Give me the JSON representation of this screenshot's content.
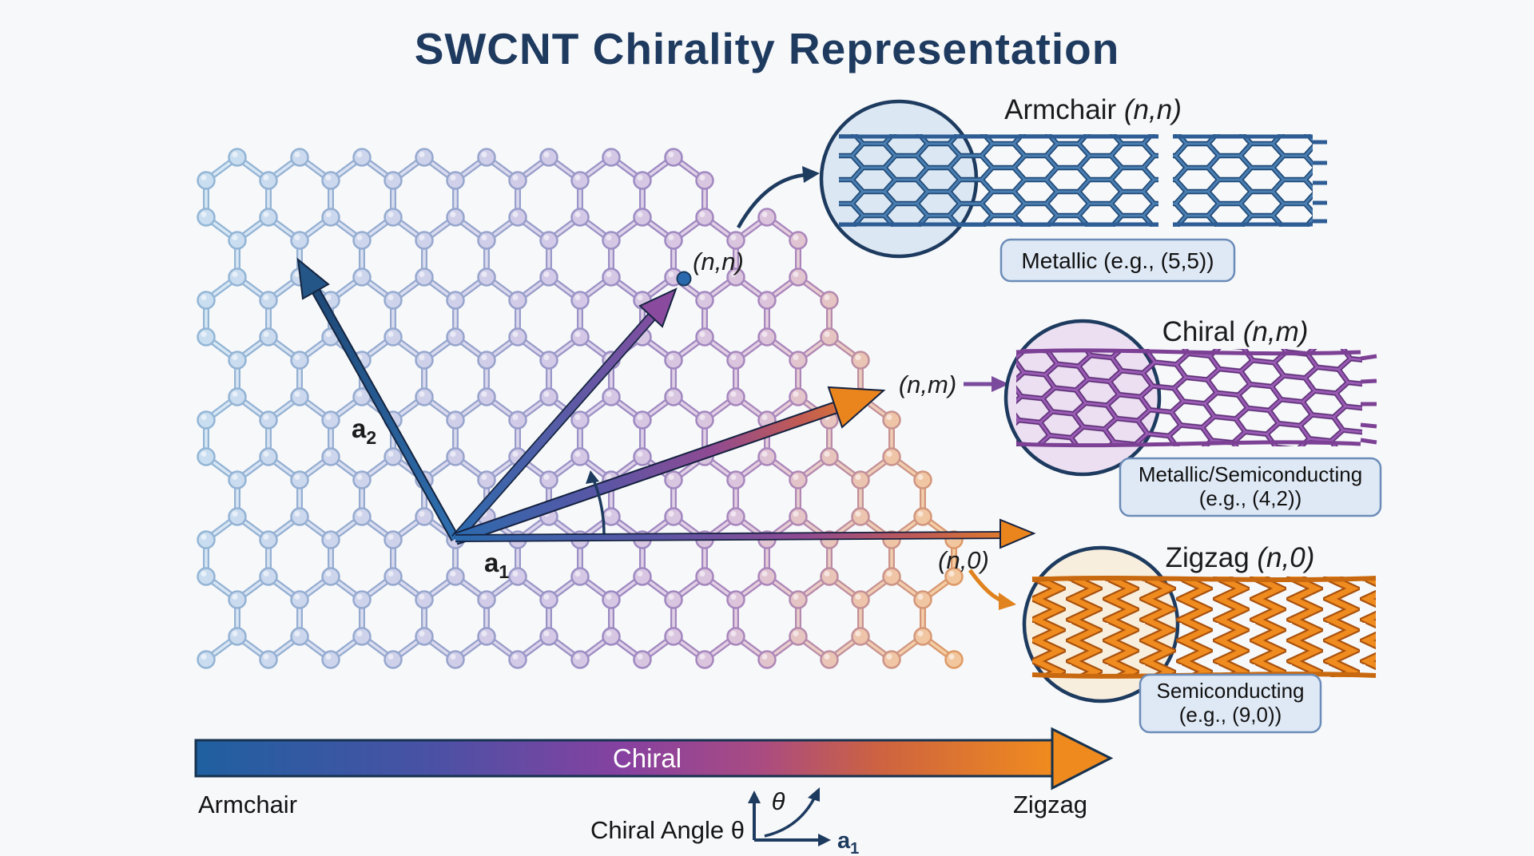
{
  "title": "SWCNT Chirality Representation",
  "lattice": {
    "vectors": {
      "a1": {
        "base": "a",
        "sub": "1"
      },
      "a2": {
        "base": "a",
        "sub": "2"
      },
      "armchair_point": "(n,n)",
      "chiral_point": "(n,m)",
      "zigzag_point": "(n,0)"
    }
  },
  "tubes": {
    "armchair": {
      "title": "Armchair ",
      "math": "(n,n)",
      "badge": "Metallic (e.g., (5,5))"
    },
    "chiral": {
      "title": "Chiral ",
      "math": "(n,m)",
      "badge1": "Metallic/Semiconducting",
      "badge2": "(e.g., (4,2))"
    },
    "zigzag": {
      "title": "Zigzag ",
      "math": "(n,0)",
      "badge1": "Semiconducting",
      "badge2": "(e.g., (9,0))"
    }
  },
  "spectrum": {
    "bar_label": "Chiral",
    "left_label": "Armchair",
    "right_label": "Zigzag",
    "angle_caption": "Chiral Angle θ",
    "theta": "θ",
    "a1": {
      "base": "a",
      "sub": "1"
    }
  },
  "colors": {
    "title_navy": "#1e3a5f",
    "armchair_blue": "#2d5d94",
    "chiral_purple": "#7c4195",
    "zigzag_orange": "#e0801f",
    "bar_gradient_start": "#1f60a0",
    "bar_gradient_end": "#f08b1e",
    "badge_fill": "#dfe9f5"
  }
}
